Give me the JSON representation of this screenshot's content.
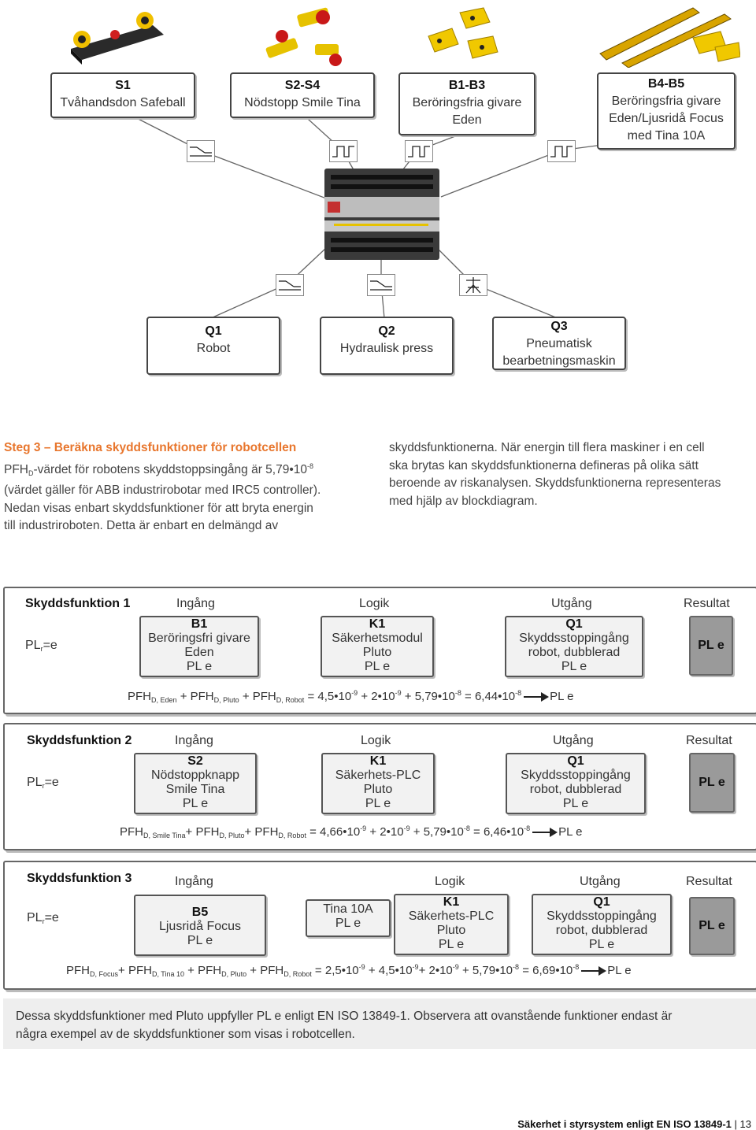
{
  "diagram": {
    "inputs": [
      {
        "id": "S1",
        "label": "Tvåhandsdon Safeball"
      },
      {
        "id": "S2-S4",
        "label": "Nödstopp Smile Tina"
      },
      {
        "id": "B1-B3",
        "label1": "Beröringsfria givare",
        "label2": "Eden"
      },
      {
        "id": "B4-B5",
        "label1": "Beröringsfria givare",
        "label2": "Eden/Ljusridå Focus",
        "label3": "med Tina 10A"
      }
    ],
    "outputs": [
      {
        "id": "Q1",
        "label": "Robot"
      },
      {
        "id": "Q2",
        "label": "Hydraulisk press"
      },
      {
        "id": "Q3",
        "label1": "Pneumatisk",
        "label2": "bearbetningsmaskin"
      }
    ],
    "icons": [
      "two-hand-control-icon",
      "emergency-stop-icon",
      "non-contact-sensor-icon",
      "light-curtain-icon",
      "safety-controller-icon",
      "switch-contact-icon",
      "pulse-signal-icon",
      "valve-icon"
    ]
  },
  "step3": {
    "title": "Steg 3 – Beräkna skyddsfunktioner för robotcellen",
    "l1a": "PFH",
    "l1sub": "D",
    "l1b": "-värdet för robotens skyddstoppsingång är 5,79•10",
    "l1sup": "-8",
    "l2": "(värdet gäller för ABB industrirobotar med IRC5 controller).",
    "l3": "Nedan visas enbart skyddsfunktioner för att bryta energin",
    "l4": "till industriroboten. Detta är enbart en delmängd av",
    "r1": "skyddsfunktionerna. När energin till flera maskiner i en cell",
    "r2": "ska brytas kan skyddsfunktionerna defineras på olika sätt",
    "r3": "beroende av riskanalysen. Skyddsfunktionerna representeras",
    "r4": "med hjälp av blockdiagram."
  },
  "columns": {
    "ingang": "Ingång",
    "logik": "Logik",
    "utgang": "Utgång",
    "resultat": "Resultat"
  },
  "plr": {
    "pl": "PL",
    "sub": "r",
    "val": "=e"
  },
  "sf1": {
    "name": "Skyddsfunktion 1",
    "in": {
      "hd": "B1",
      "l1": "Beröringsfri givare",
      "l2": "Eden",
      "l3": "PL e"
    },
    "logic": {
      "hd": "K1",
      "l1": "Säkerhetsmodul",
      "l2": "Pluto",
      "l3": "PL e"
    },
    "out": {
      "hd": "Q1",
      "l1": "Skyddsstoppingång",
      "l2": "robot, dubblerad",
      "l3": "PL e"
    },
    "result": "PL e",
    "f": {
      "p": "PFH",
      "s1": "D, Eden",
      "plus": "+",
      "s2": "D, Pluto",
      "s3": "D, Robot",
      "eq": "= 4,5•10",
      "e1": "-9",
      "t2": "+ 2•10",
      "e2": "-9",
      "t3": "+ 5,79•10",
      "e3": "-8",
      "t4": "= 6,44•10",
      "e4": "-8",
      "res": "PL e"
    }
  },
  "sf2": {
    "name": "Skyddsfunktion 2",
    "in": {
      "hd": "S2",
      "l1": "Nödstoppknapp",
      "l2": "Smile Tina",
      "l3": "PL e"
    },
    "logic": {
      "hd": "K1",
      "l1": "Säkerhets-PLC",
      "l2": "Pluto",
      "l3": "PL e"
    },
    "out": {
      "hd": "Q1",
      "l1": "Skyddsstoppingång",
      "l2": "robot, dubblerad",
      "l3": "PL e"
    },
    "result": "PL e",
    "f": {
      "p": "PFH",
      "s1": "D, Smile Tina",
      "plus": "+",
      "s2": "D, Pluto",
      "s3": "D, Robot",
      "eq": "= 4,66•10",
      "e1": "-9",
      "t2": "+ 2•10",
      "e2": "-9",
      "t3": "+ 5,79•10",
      "e3": "-8",
      "t4": "= 6,46•10",
      "e4": "-8",
      "res": "PL e"
    }
  },
  "sf3": {
    "name": "Skyddsfunktion 3",
    "in": {
      "hd": "B5",
      "l1": "Ljusridå Focus",
      "l2": "PL e"
    },
    "mid": {
      "l1": "Tina 10A",
      "l2": "PL e"
    },
    "logic": {
      "hd": "K1",
      "l1": "Säkerhets-PLC",
      "l2": "Pluto",
      "l3": "PL e"
    },
    "out": {
      "hd": "Q1",
      "l1": "Skyddsstoppingång",
      "l2": "robot, dubblerad",
      "l3": "PL e"
    },
    "result": "PL e",
    "f": {
      "p": "PFH",
      "s1": "D, Focus",
      "plus": "+",
      "s2": "D, Tina 10",
      "s3": "D, Pluto",
      "s4": "D, Robot",
      "eq": "= 2,5•10",
      "e1": "-9",
      "t2": "+ 4,5•10",
      "e2": "-9",
      "t3": "+ 2•10",
      "e3": "-9",
      "t4": "+ 5,79•10",
      "e4": "-8",
      "t5": "= 6,69•10",
      "e5": "-8",
      "res": "PL e"
    }
  },
  "note": {
    "l1": "Dessa skyddsfunktioner med Pluto uppfyller PL e enligt EN ISO 13849-1. Observera att ovanstående funktioner endast är",
    "l2": "några exempel av de skyddsfunktioner som visas i robotcellen."
  },
  "footer": {
    "title": "Säkerhet i styrsystem enligt EN ISO 13849-1",
    "sep": "|",
    "page": "13"
  }
}
